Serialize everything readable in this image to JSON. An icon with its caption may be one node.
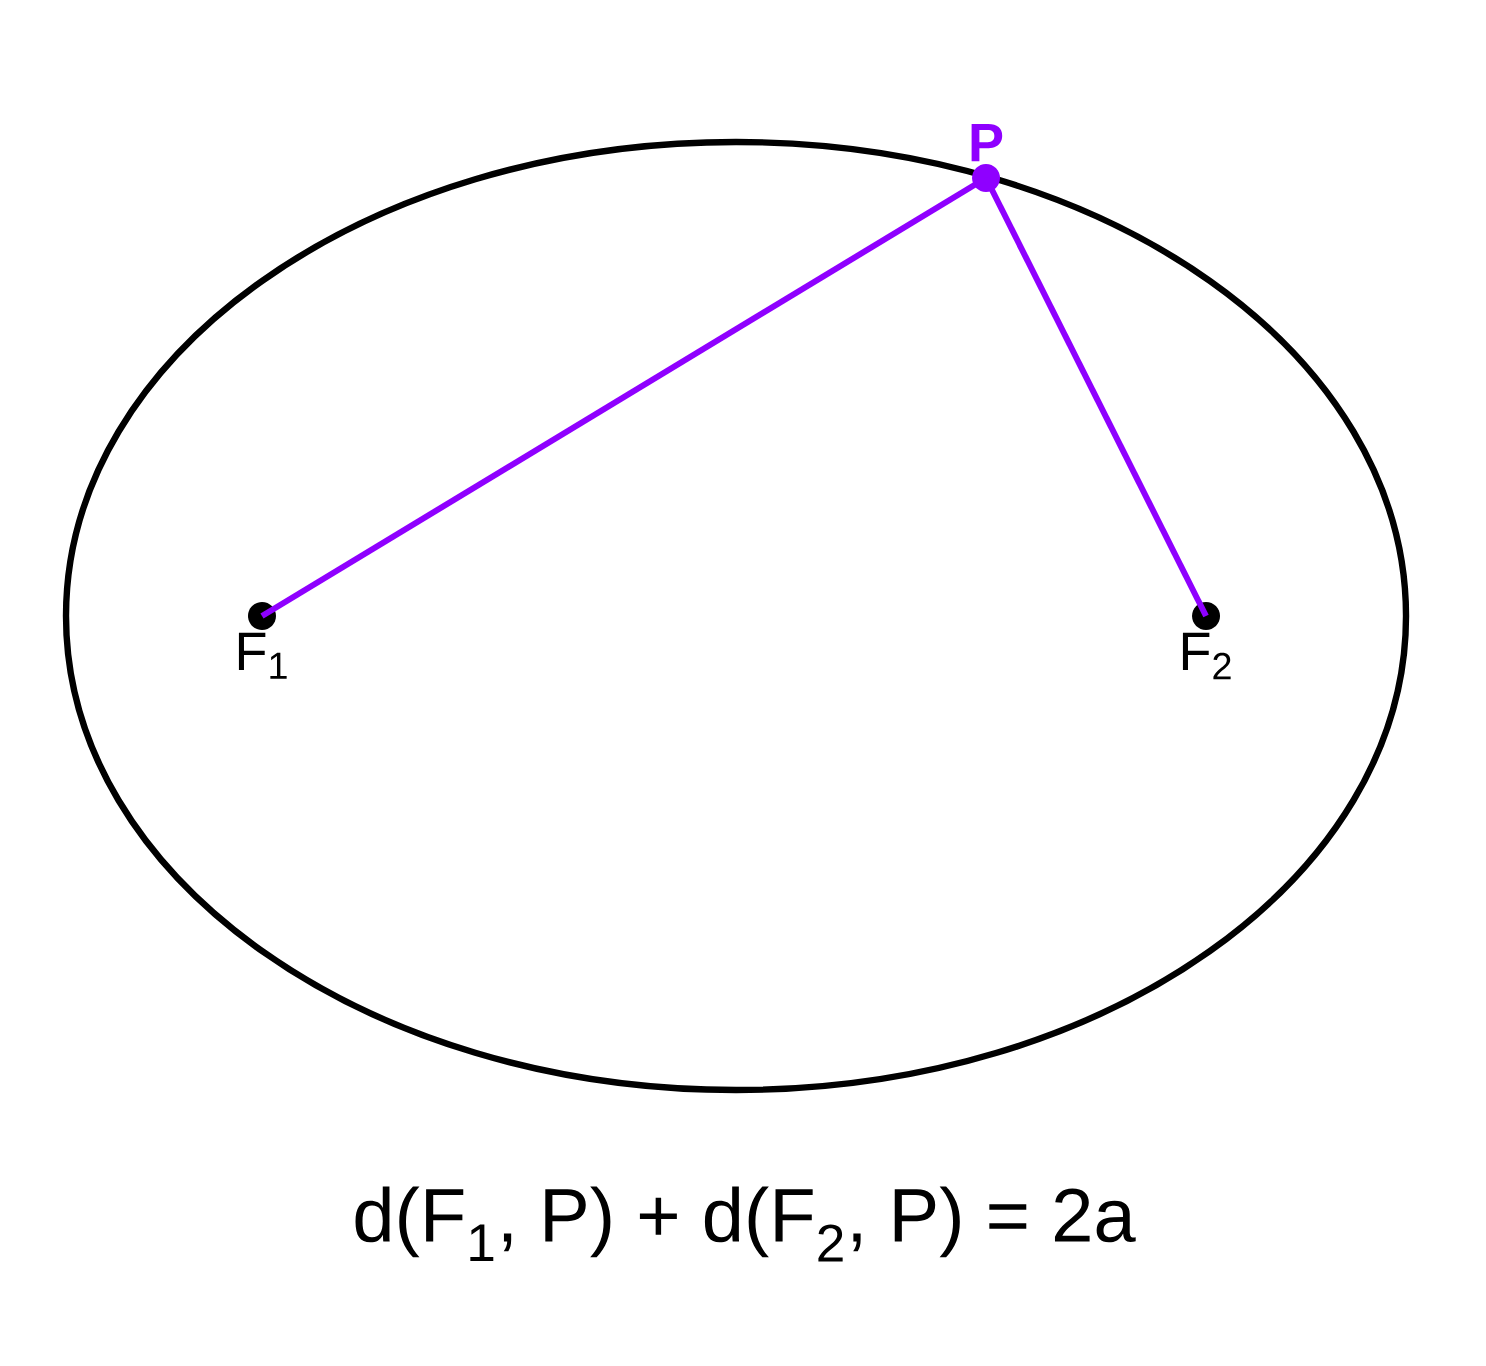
{
  "diagram": {
    "caption": "d(F$_{1}$, P) + d(F$_{2}$, P) = 2a",
    "nodes": [
      {
        "text": [
          "F$_{1}$"
        ]
      },
      {
        "text": [
          "F$_{2}$"
        ]
      },
      {
        "text": [
          "P"
        ]
      }
    ],
    "edges": [
      {
        "from": 0,
        "to": 2,
        "arrow": "none"
      },
      {
        "from": 1,
        "to": 2,
        "arrow": "none"
      }
    ]
  }
}
